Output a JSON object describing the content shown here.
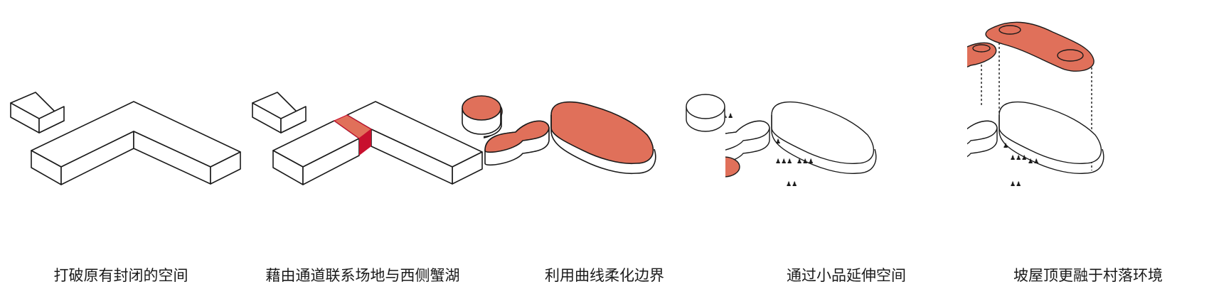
{
  "colors": {
    "accent": "#E0705A",
    "accent_dark": "#C8102E",
    "line": "#1a1a1a"
  },
  "panels": [
    {
      "caption": "打破原有封闭的空间"
    },
    {
      "caption": "藉由通道联系场地与西侧蟹湖"
    },
    {
      "caption": "利用曲线柔化边界"
    },
    {
      "caption": "通过小品延伸空间"
    },
    {
      "caption": "坡屋顶更融于村落环境"
    }
  ]
}
